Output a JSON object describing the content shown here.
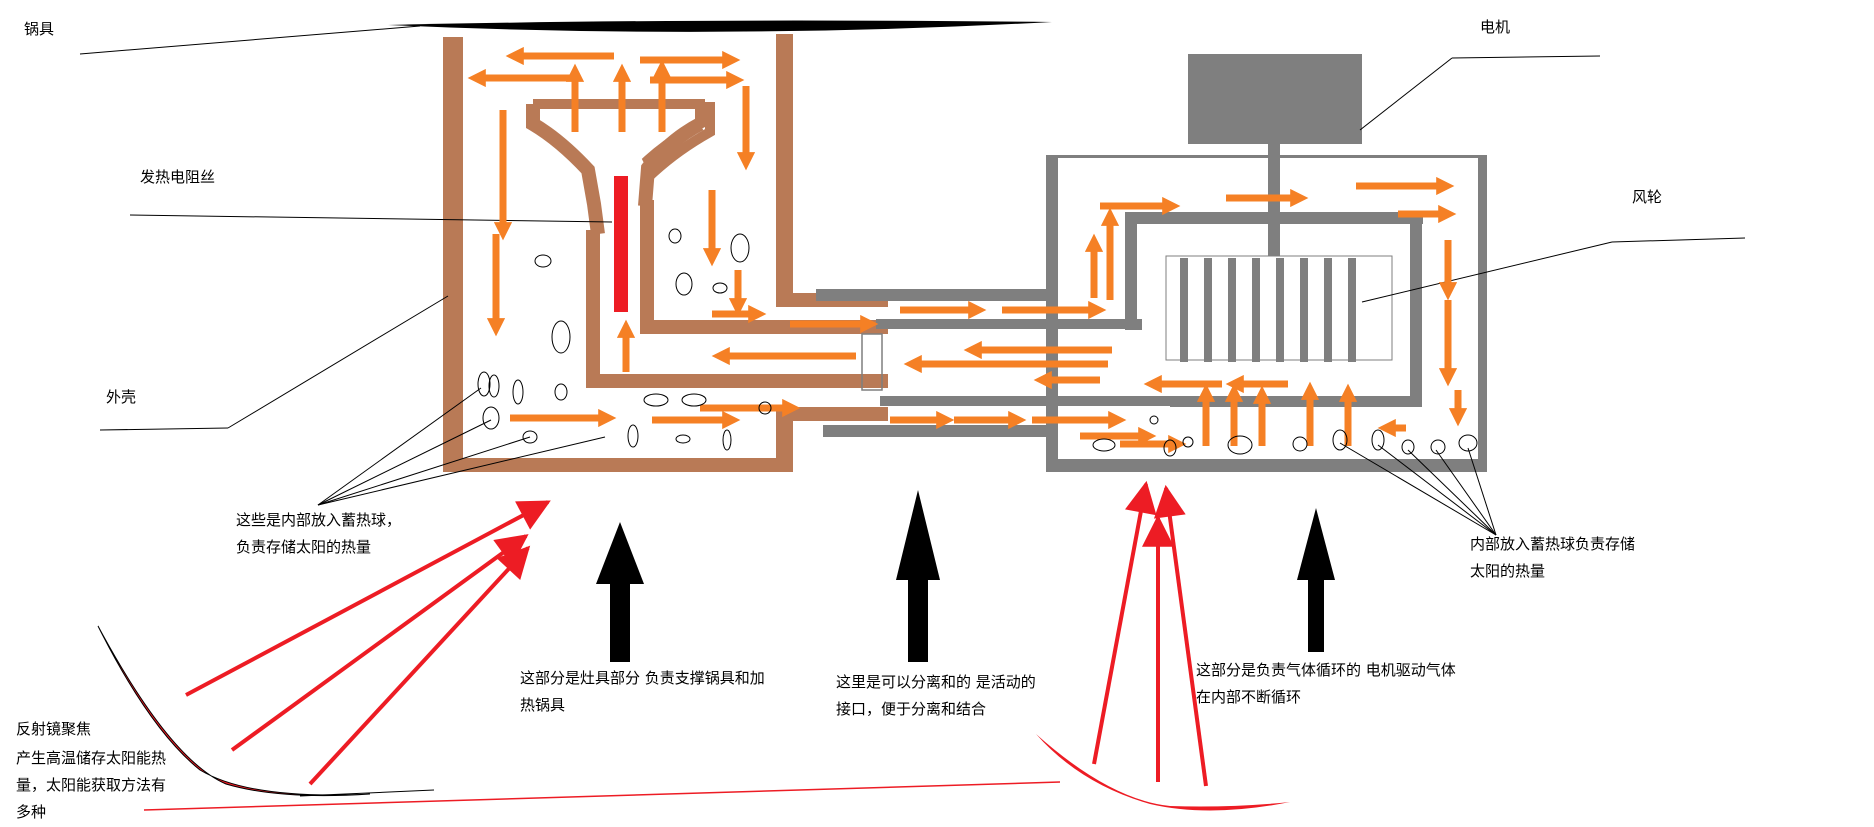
{
  "labels": {
    "pot": "锅具",
    "motor": "电机",
    "heating_wire": "发热电阻丝",
    "fan": "风轮",
    "shell": "外壳",
    "balls_left_1": "这些是内部放入蓄热球，",
    "balls_left_2": "负责存储太阳的热量",
    "balls_right_1": "内部放入蓄热球负责存储",
    "balls_right_2": "太阳的热量",
    "stove_1": "这部分是灶具部分 负责支撑锅具和加",
    "stove_2": "热锅具",
    "interface_1": "这里是可以分离和的 是活动的",
    "interface_2": "接口，便于分离和结合",
    "circulation_1": "这部分是负责气体循环的  电机驱动气体",
    "circulation_2": "在内部不断循环",
    "reflector": "反射镜聚焦",
    "solar_1": "产生高温储存太阳能热",
    "solar_2": "量，太阳能获取方法有",
    "solar_3": "多种"
  },
  "colors": {
    "shell": "#b97a56",
    "flow_arrow": "#f58025",
    "heater": "#ed1c24",
    "solar": "#ed1c24",
    "gray_body": "#7f7f7f",
    "black_arrow": "#000000"
  }
}
